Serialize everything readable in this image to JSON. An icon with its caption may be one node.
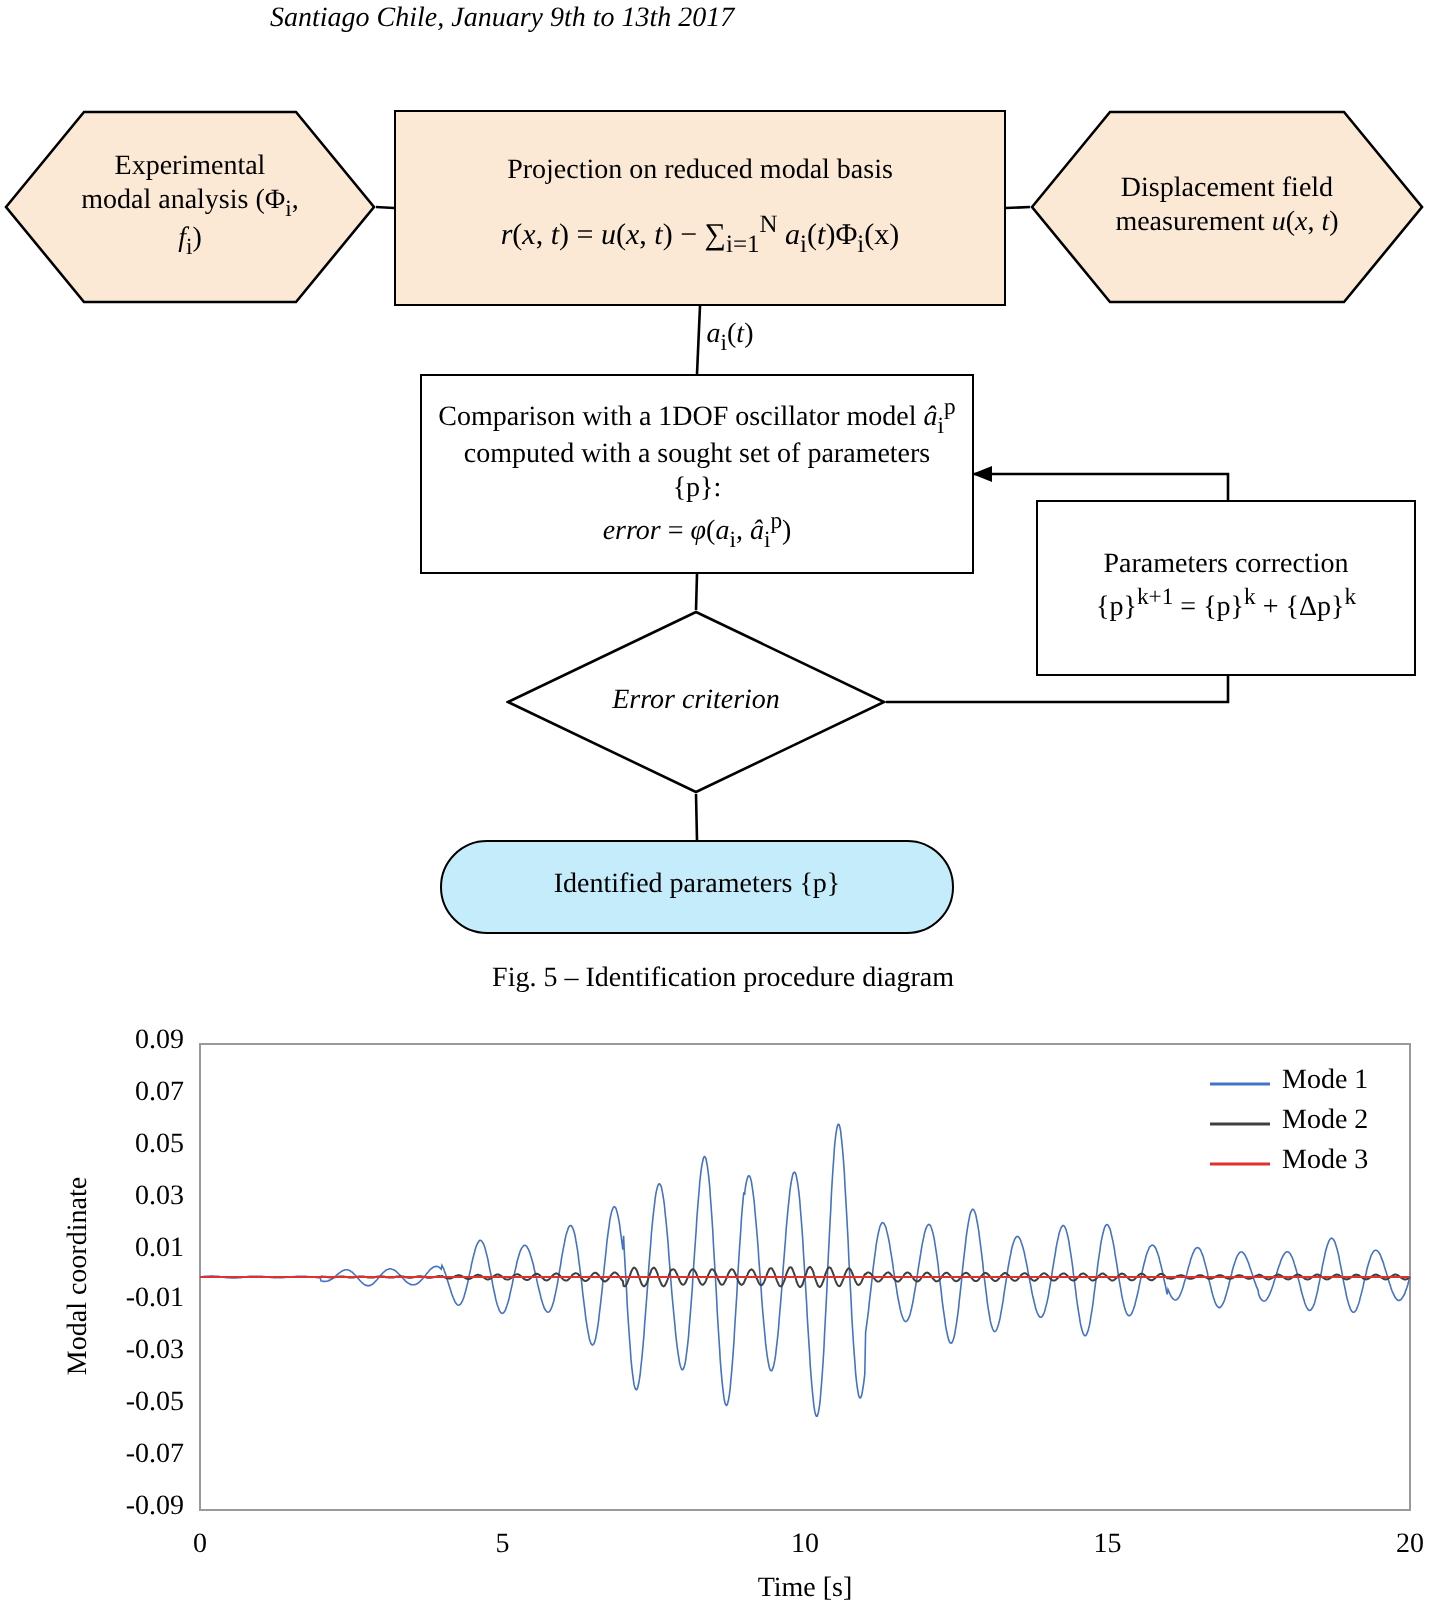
{
  "diagram": {
    "caption": "Fig. 5 – Identification procedure diagram",
    "nodes": [
      {
        "text": [
          "Experimental modal analysis (Φ$_{i}$, *f*$_{i}$)"
        ]
      },
      {
        "text": [
          "Projection on reduced modal basis",
          "*r*(*x*, *t*) = *u*(*x*, *t*) − ∑$_{i=1}$$^{N}$ *a*$_{i}$(*t*)Φ$_{i}$(x)"
        ]
      },
      {
        "text": [
          "Displacement field measurement *u*(*x*, *t*)"
        ]
      },
      {
        "text": [
          "Comparison with a 1DOF oscillator model *â*$_{i}$$^{p}$ computed with a sought set of parameters {p}:",
          "*error* = *φ*(*a*$_{i}$, *â*$_{i}$$^{p}$)"
        ]
      },
      {
        "text": [
          "Parameters correction",
          "{p}$^{k+1}$ = {p}$^{k}$ + {Δp}$^{k}$"
        ]
      },
      {
        "text": [
          "Error criterion"
        ]
      },
      {
        "text": [
          "Identified parameters {p}"
        ]
      }
    ],
    "edges": [
      {
        "from": 0,
        "to": 1,
        "arrow": "none"
      },
      {
        "from": 2,
        "to": 1,
        "arrow": "none"
      },
      {
        "from": 1,
        "to": 3,
        "arrow": "none",
        "label": "*a*$_{i}$(*t*)"
      },
      {
        "from": 3,
        "to": 5,
        "arrow": "none"
      },
      {
        "from": 5,
        "to": 4,
        "arrow": "none"
      },
      {
        "from": 4,
        "to": 3,
        "arrow": "to"
      },
      {
        "from": 5,
        "to": 6,
        "arrow": "none"
      }
    ],
    "labels": [
      "Santiago Chile, January 9th to 13th 2017",
      "0.09",
      "0.07",
      "0.05",
      "0.03",
      "0.01",
      "-0.01",
      "-0.03",
      "-0.05",
      "-0.07",
      "-0.09",
      "0",
      "5",
      "10",
      "15",
      "20",
      "Modal coordinate",
      "Time [s]"
    ],
    "legend": [
      {
        "text": "Mode 1"
      },
      {
        "text": "Mode 2"
      },
      {
        "text": "Mode 3"
      }
    ]
  }
}
